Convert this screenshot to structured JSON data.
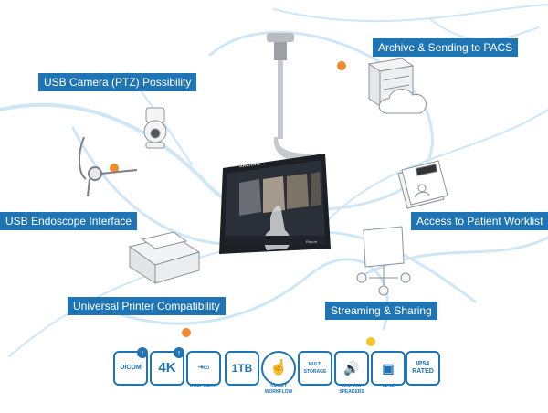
{
  "labels": {
    "archive": "Archive & Sending to PACS",
    "usb_camera": "USB Camera (PTZ) Possibility",
    "endoscope": "USB Endoscope Interface",
    "worklist": "Access to Patient Worklist",
    "printer": "Universal Printer Compatibility",
    "streaming": "Streaming & Sharing"
  },
  "screen": {
    "brand": "ARCHIVE",
    "footer_right": "Report"
  },
  "features": [
    {
      "id": "dicom",
      "text": "DICOM",
      "caption": ""
    },
    {
      "id": "4k",
      "text": "4K",
      "caption": ""
    },
    {
      "id": "dual-input",
      "text": "",
      "caption": "DUAL INPUT"
    },
    {
      "id": "1tb",
      "text": "1TB",
      "caption": ""
    },
    {
      "id": "smart-workflow",
      "text": "",
      "caption": "SMART WORKFLOW"
    },
    {
      "id": "multi-storage",
      "text": "MULTI STORAGE",
      "caption": ""
    },
    {
      "id": "speakers",
      "text": "",
      "caption": "BUILT-IN SPEAKERS"
    },
    {
      "id": "vesa",
      "text": "",
      "caption": "VESA"
    },
    {
      "id": "ip54",
      "text": "IP54 RATED",
      "caption": ""
    }
  ],
  "colors": {
    "accent": "#1f74b3",
    "curve": "#cfe6f6",
    "dot_orange": "#f28a2e",
    "dot_yellow": "#f6c32b"
  }
}
